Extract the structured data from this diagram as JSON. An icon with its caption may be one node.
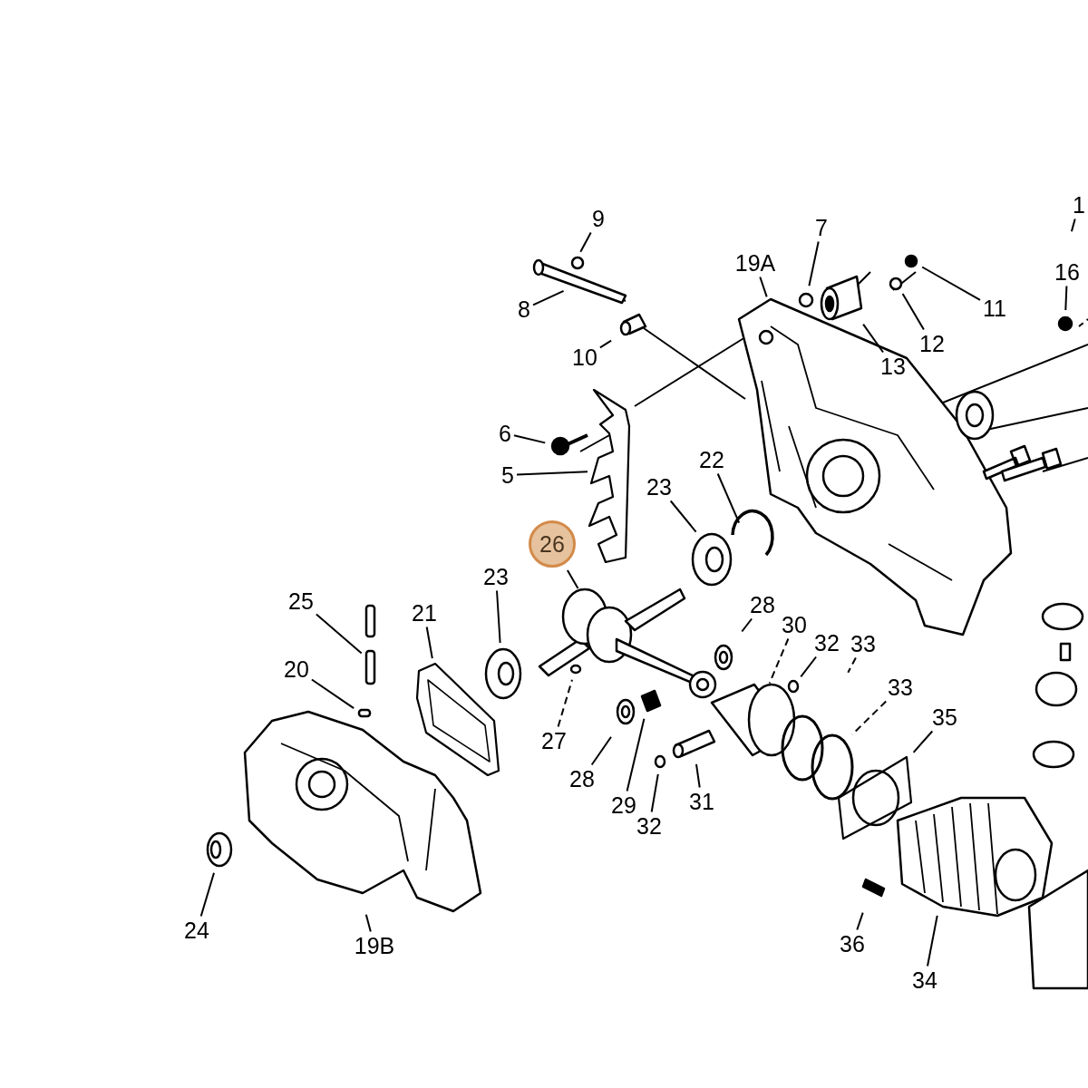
{
  "diagram": {
    "nodes": [
      {
        "text": [
          "1"
        ]
      },
      {
        "text": [
          "9"
        ]
      },
      {
        "text": [
          "7"
        ]
      },
      {
        "text": [
          "19A"
        ]
      },
      {
        "text": [
          "16"
        ]
      },
      {
        "text": [
          "8"
        ]
      },
      {
        "text": [
          "11"
        ]
      },
      {
        "text": [
          "12"
        ]
      },
      {
        "text": [
          "10"
        ]
      },
      {
        "text": [
          "13"
        ]
      },
      {
        "text": [
          "6"
        ]
      },
      {
        "text": [
          "22"
        ]
      },
      {
        "text": [
          "5"
        ]
      },
      {
        "text": [
          "23"
        ]
      },
      {
        "text": [
          "26"
        ]
      },
      {
        "text": [
          "23"
        ]
      },
      {
        "text": [
          "25"
        ]
      },
      {
        "text": [
          "21"
        ]
      },
      {
        "text": [
          "28"
        ]
      },
      {
        "text": [
          "30"
        ]
      },
      {
        "text": [
          "32"
        ]
      },
      {
        "text": [
          "33"
        ]
      },
      {
        "text": [
          "20"
        ]
      },
      {
        "text": [
          "33"
        ]
      },
      {
        "text": [
          "35"
        ]
      },
      {
        "text": [
          "27"
        ]
      },
      {
        "text": [
          "28"
        ]
      },
      {
        "text": [
          "29"
        ]
      },
      {
        "text": [
          "31"
        ]
      },
      {
        "text": [
          "32"
        ]
      },
      {
        "text": [
          "24"
        ]
      },
      {
        "text": [
          "19B"
        ]
      },
      {
        "text": [
          "36"
        ]
      },
      {
        "text": [
          "34"
        ]
      }
    ],
    "edges": [
      {
        "from": 0,
        "to": null,
        "arrow": "none"
      },
      {
        "from": 1,
        "to": null,
        "arrow": "none"
      },
      {
        "from": 2,
        "to": null,
        "arrow": "none"
      },
      {
        "from": 3,
        "to": null,
        "arrow": "none"
      },
      {
        "from": 4,
        "to": null,
        "arrow": "none"
      },
      {
        "from": 5,
        "to": null,
        "arrow": "none"
      },
      {
        "from": 6,
        "to": null,
        "arrow": "none"
      },
      {
        "from": 7,
        "to": null,
        "arrow": "none"
      },
      {
        "from": 8,
        "to": null,
        "arrow": "none"
      },
      {
        "from": 9,
        "to": null,
        "arrow": "none"
      },
      {
        "from": 10,
        "to": null,
        "arrow": "none"
      },
      {
        "from": 11,
        "to": null,
        "arrow": "none"
      },
      {
        "from": 12,
        "to": null,
        "arrow": "none"
      },
      {
        "from": 13,
        "to": null,
        "arrow": "none"
      },
      {
        "from": 14,
        "to": null,
        "arrow": "none"
      },
      {
        "from": 15,
        "to": null,
        "arrow": "none"
      },
      {
        "from": 16,
        "to": null,
        "arrow": "none"
      },
      {
        "from": 17,
        "to": null,
        "arrow": "none"
      },
      {
        "from": 18,
        "to": null,
        "arrow": "none"
      },
      {
        "from": 19,
        "to": null,
        "arrow": "none",
        "style": "dashed"
      },
      {
        "from": 20,
        "to": null,
        "arrow": "none"
      },
      {
        "from": 21,
        "to": null,
        "arrow": "none",
        "style": "dashed"
      },
      {
        "from": 22,
        "to": null,
        "arrow": "none"
      },
      {
        "from": 23,
        "to": null,
        "arrow": "none",
        "style": "dashed"
      },
      {
        "from": 24,
        "to": null,
        "arrow": "none"
      },
      {
        "from": 25,
        "to": null,
        "arrow": "none",
        "style": "dashed"
      },
      {
        "from": 26,
        "to": null,
        "arrow": "none"
      },
      {
        "from": 27,
        "to": null,
        "arrow": "none"
      },
      {
        "from": 28,
        "to": null,
        "arrow": "none"
      },
      {
        "from": 29,
        "to": null,
        "arrow": "none"
      },
      {
        "from": 30,
        "to": null,
        "arrow": "none"
      },
      {
        "from": 31,
        "to": null,
        "arrow": "none"
      },
      {
        "from": 32,
        "to": null,
        "arrow": "none"
      },
      {
        "from": 33,
        "to": null,
        "arrow": "none"
      }
    ]
  }
}
